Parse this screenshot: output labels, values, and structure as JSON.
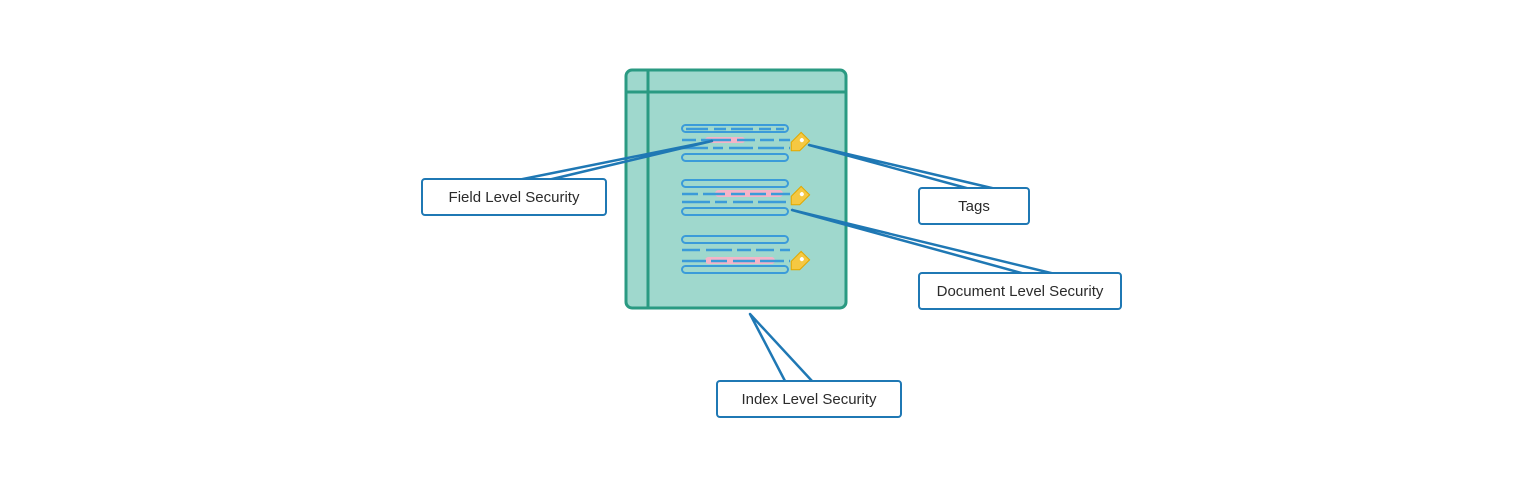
{
  "diagram": {
    "labels": {
      "field": "Field Level Security",
      "tags": "Tags",
      "document": "Document Level Security",
      "index": "Index Level Security"
    },
    "colors": {
      "panel_fill": "#9fd8cd",
      "panel_stroke": "#2a9a82",
      "text_line": "#3b9bd9",
      "highlight": "#f4b4c8",
      "tag": "#f5c842",
      "callout": "#1f78b4"
    },
    "icons": [
      "index-panel-icon",
      "document-lines-icon",
      "tag-icon"
    ]
  }
}
